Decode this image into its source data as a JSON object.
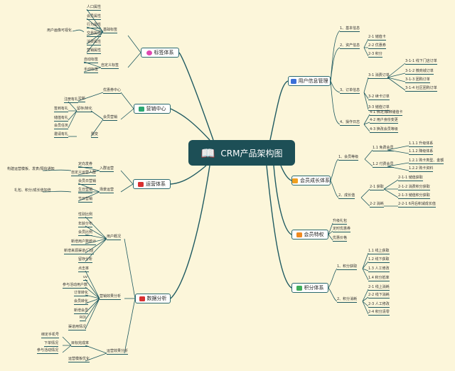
{
  "root": {
    "title": "CRM产品架构图",
    "icon": "book-icon"
  },
  "branches": {
    "user_info": {
      "title": "用户信息管理",
      "items": {
        "basic": "1、基本信息",
        "assets": "2、资产信息",
        "assets_children": [
          "2-1 储值卡",
          "2-2 优惠券",
          "2-3 积分"
        ],
        "order": "3、订单信息",
        "consume": "3-1 消费订单",
        "consume_children": [
          "3-1-1 线下门店订单",
          "3-1-2 微商城订单",
          "3-1-3 团购订单",
          "3-1-4 社区团购订单"
        ],
        "order_children": [
          "3-2 续卡订单",
          "3-3 储值订单"
        ],
        "ops": "4、操作日志",
        "ops_children": [
          "4-1 绑定/解绑储值卡",
          "4-2 用户身份变更",
          "4-3 换改会员等级"
        ]
      }
    },
    "member_growth": {
      "title": "会员成长体系",
      "items": {
        "level": "1、会员等级",
        "free": "1.1 免费会员",
        "free_children": [
          "1.1.1 升级体系",
          "1.1.2 降级体系"
        ],
        "paid": "1.2 付费会员",
        "paid_children": [
          "1.2.1 购卡类型、金额",
          "1.2.2 购卡资料"
        ],
        "growth": "2、成长值",
        "gain": "2-1 获取",
        "gain_children": [
          "2-1-1 储值获取",
          "2-1-2 消费积分获取",
          "2-1-3 储值积分获取"
        ],
        "consume": "2-2 消耗",
        "consume_children": [
          "2-2-1 6月后积减成长值"
        ]
      }
    },
    "member_privilege": {
      "title": "会员特权",
      "items": [
        "升级礼包",
        "定时优惠券",
        "优惠价格"
      ]
    },
    "points": {
      "title": "积分体系",
      "items": {
        "get": "1、积分获取",
        "get_children": [
          "1.1 线上获取",
          "1.2 线下获取",
          "1.3 人工修改",
          "1.4 积分抵率"
        ],
        "consume": "2、积分消耗",
        "consume_children": [
          "2-1 线上消耗",
          "2-2 线下消耗",
          "2-3 人工修改",
          "2-4 积分清零"
        ]
      }
    },
    "tags": {
      "title": "标签体系",
      "attr": "基础标签",
      "attr_children": [
        "人口属性",
        "会员属性",
        "行为属性",
        "交易属性",
        "消费属性",
        "营销属性"
      ],
      "attr_note": "用户画像可视化",
      "custom": "自定义标签",
      "custom_children": [
        "自动标签",
        "手动标签"
      ]
    },
    "marketing": {
      "title": "营销中心",
      "center": "优惠券中心",
      "center_children": [
        {
          "label": "拉新",
          "items": [
            "注册有礼"
          ]
        }
      ],
      "ops": "会员营销",
      "ops_children": [
        {
          "label": "留存/转化",
          "items": [
            "签到有礼",
            "储值有礼",
            "会员任务"
          ]
        },
        {
          "label": "裂变",
          "items": [
            "邀请有礼"
          ]
        }
      ]
    },
    "operation": {
      "title": "运营体系",
      "entry": "入群运营",
      "entry_children": [
        "定向发券",
        "自定义运营人群"
      ],
      "entry_note": "构建运营模板、发表/阳信通知",
      "scene": "场景运营",
      "scene_children": [
        "会员日营销",
        "生日营销",
        "节日营销"
      ],
      "scene_note": "礼包、积分/成长值加倍"
    },
    "analysis": {
      "title": "数据分析",
      "user": "用户概况",
      "user_children": [
        "性别比例",
        "年龄分布",
        "会员比例",
        "新增用户数统计",
        "新增来源渠道/门店",
        "留存分析"
      ],
      "effect": "营销效果分析",
      "effect_children": [
        "点击率",
        "uv",
        "参与活动用户数",
        "订单转化",
        "会员转化",
        "新增会员",
        "ROI",
        "渠道用情况"
      ],
      "ops": "运营效果分析",
      "target": "目标完成率",
      "target_children": [
        "绑定手机号",
        "下单情况",
        "参与活动情况"
      ],
      "template": "运营模板优化"
    }
  },
  "colors": {
    "line": "#1f5a61",
    "root": "#1d4f56",
    "background": "#fcf6da"
  }
}
